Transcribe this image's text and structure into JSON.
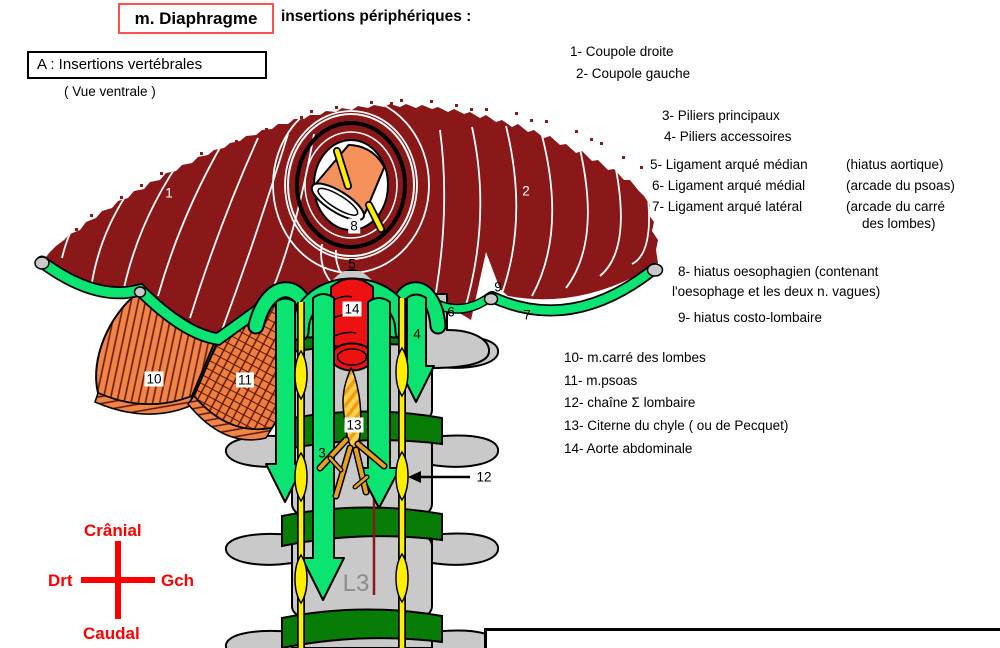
{
  "header": {
    "title": "m. Diaphragme",
    "subtitle": "insertions périphériques :"
  },
  "section": {
    "label": "A : Insertions vertébrales",
    "view": "( Vue ventrale )"
  },
  "legend": {
    "i1": "1- Coupole droite",
    "i2": "2- Coupole gauche",
    "i3": "3- Piliers principaux",
    "i4": "4- Piliers accessoires",
    "i5": "5- Ligament arqué médian",
    "n5": "(hiatus aortique)",
    "i6": "6- Ligament arqué médial",
    "n6": "(arcade du psoas)",
    "i7": "7- Ligament arqué latéral",
    "n7": "(arcade du carré",
    "n7b": "des lombes)",
    "i8": "8- hiatus oesophagien (contenant",
    "i8b": "l'oesophage et les deux n. vagues)",
    "i9": "9- hiatus costo-lombaire",
    "i10": "10- m.carré des lombes",
    "i11": "11- m.psoas",
    "i12": "12- chaîne Σ lombaire",
    "i13": "13- Citerne du chyle ( ou de Pecquet)",
    "i14": "14- Aorte abdominale"
  },
  "figure_labels": {
    "n1": "1",
    "n2": "2",
    "n3": "3",
    "n4": "4",
    "n5": "5",
    "n6": "6",
    "n7": "7",
    "n8": "8",
    "n9": "9",
    "n10": "10",
    "n11": "11",
    "n12": "12",
    "n13": "13",
    "n14": "14",
    "vertebra": "L3"
  },
  "compass": {
    "top": "Crânial",
    "bottom": "Caudal",
    "left": "Drt",
    "right": "Gch"
  },
  "colors": {
    "muscle_dark_red": "#8b1818",
    "ligament_green": "#0ce471",
    "disc_green": "#077d07",
    "bone_gray": "#c9c9c9",
    "aorta_red": "#ee1111",
    "sympathetic_yellow": "#ffee00",
    "psoas_orange": "#f0854a",
    "esophagus_orange": "#f6915c",
    "compass_red": "#ff0000",
    "title_border_red": "#ff5050"
  }
}
